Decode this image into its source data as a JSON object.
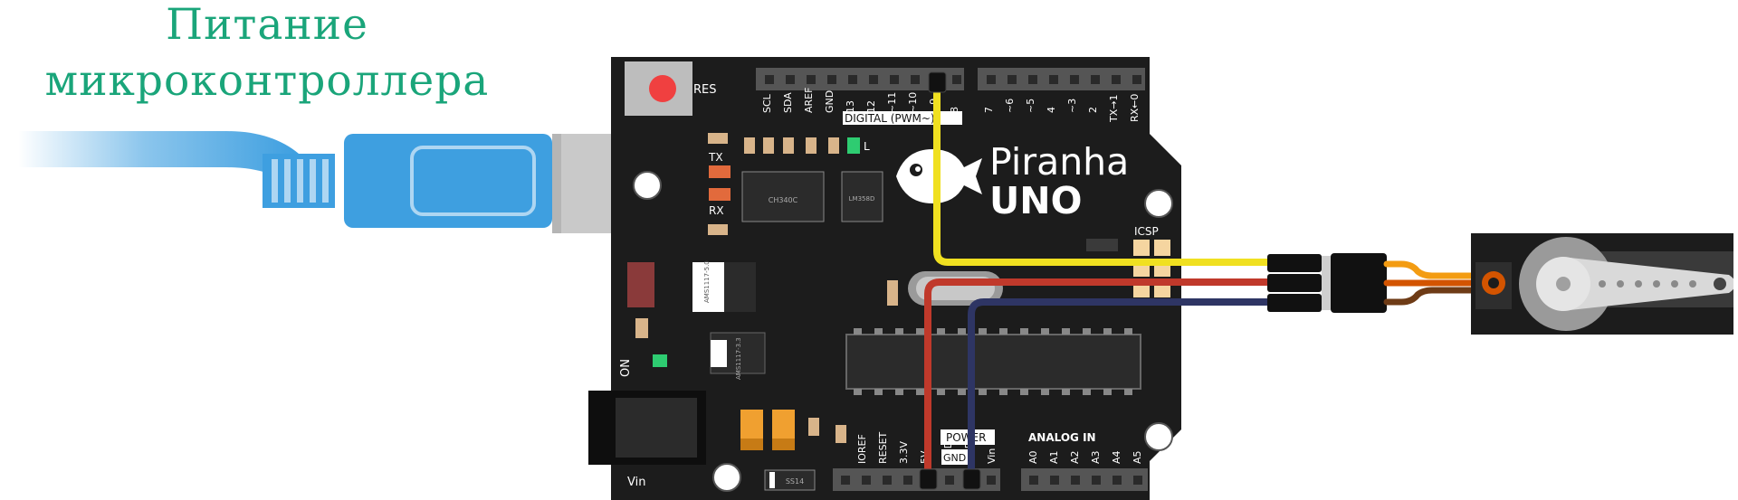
{
  "caption": {
    "line1": "Питание",
    "line2": "микроконтроллера"
  },
  "board": {
    "brand": "Piranha",
    "model": "UNO",
    "reset_label": "RES",
    "tx_label": "TX",
    "rx_label": "RX",
    "led_label": "L",
    "on_label": "ON",
    "vin_label": "Vin",
    "icsp_label": "ICSP",
    "digital_label": "DIGITAL (PWM~)",
    "power_label": "POWER",
    "analog_label": "ANALOG IN",
    "gnd_label": "GND",
    "chips": {
      "usb_chip": "CH340C",
      "opamp": "LM358D",
      "reg1": "AMS1117-5.0",
      "reg2": "AMS1117-3.3",
      "diode": "SS14"
    },
    "top_pins_left": [
      "SCL",
      "SDA",
      "AREF",
      "GND",
      "13",
      "12",
      "~11",
      "~10",
      "~9",
      "8"
    ],
    "top_pins_right": [
      "7",
      "~6",
      "~5",
      "4",
      "~3",
      "2",
      "TX→1",
      "RX←0"
    ],
    "power_pins": [
      "IOREF",
      "RESET",
      "3.3V",
      "5V",
      "GND",
      "GND",
      "Vin"
    ],
    "analog_pins": [
      "A0",
      "A1",
      "A2",
      "A3",
      "A4",
      "A5"
    ]
  },
  "colors": {
    "caption": "#1aa57a",
    "board": "#1c1c1c",
    "usb_cable": "#3e9fe0",
    "wire_signal": "#f0e020",
    "wire_power": "#c0392b",
    "wire_ground": "#2e3564",
    "servo_signal": "#f39c12",
    "servo_power": "#d35400",
    "servo_ground": "#6e3b16"
  },
  "icons": [
    "usb-plug-icon",
    "piranha-fish-logo-icon",
    "servo-motor-icon",
    "dc-barrel-jack-icon",
    "reset-button-icon"
  ]
}
